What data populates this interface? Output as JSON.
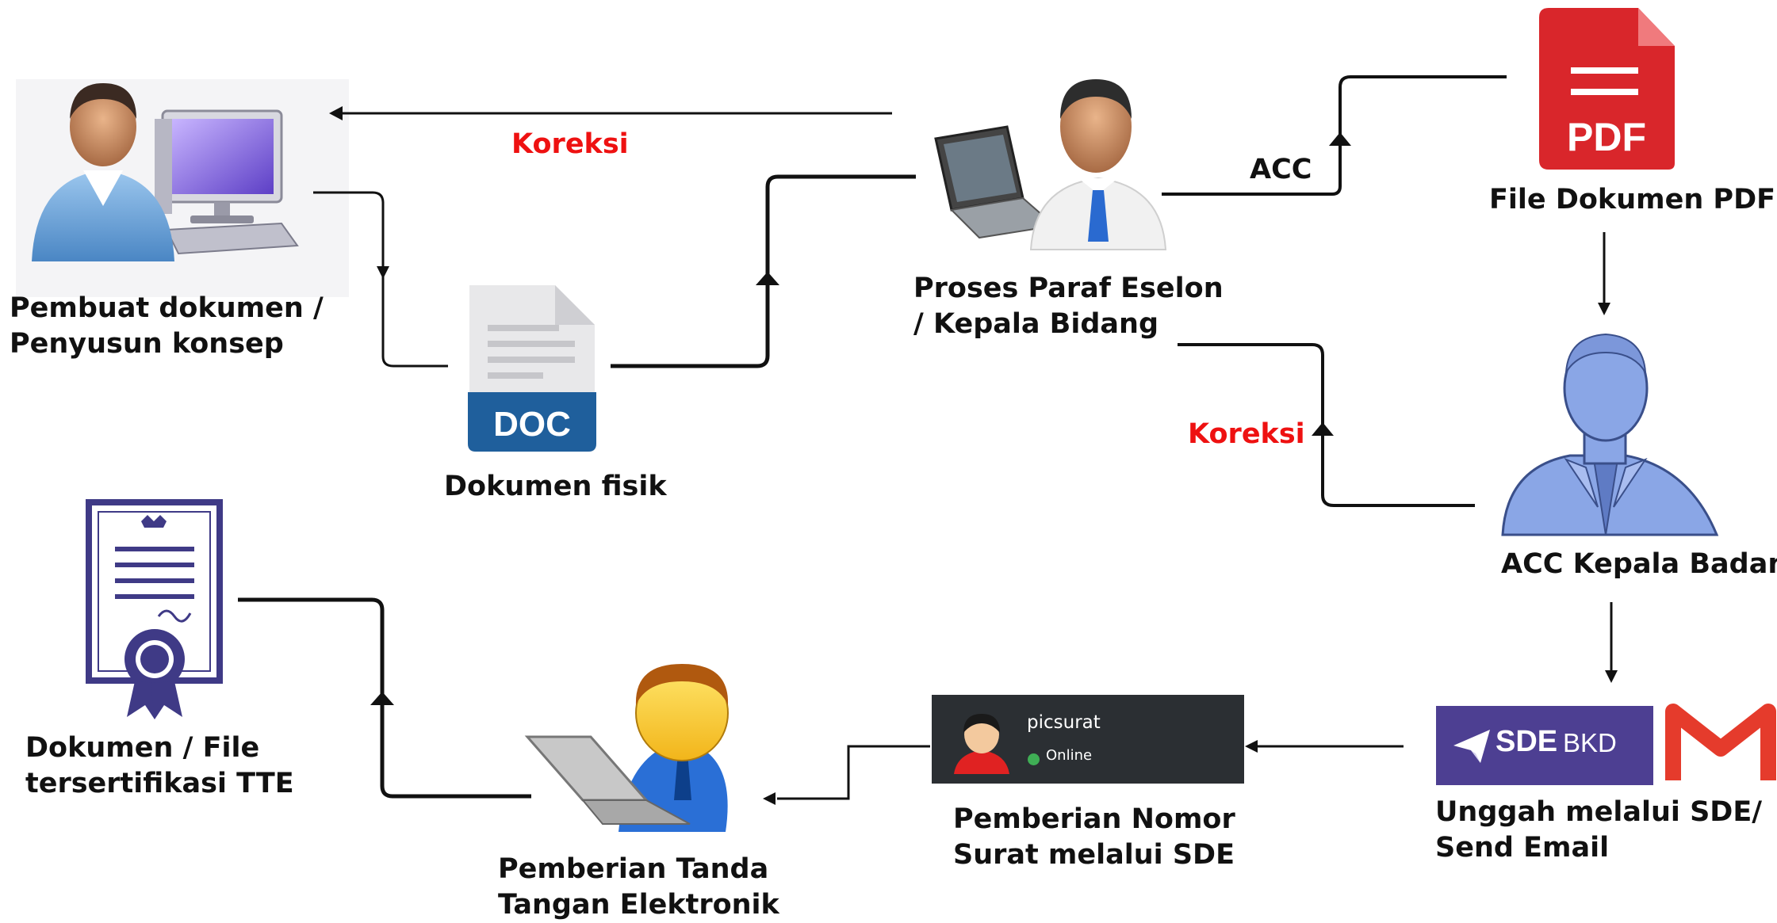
{
  "labels": {
    "pembuat_l1": "Pembuat  dokumen  /",
    "pembuat_l2": "Penyusun konsep",
    "dokumen_fisik": "Dokumen fisik",
    "proses_l1": "Proses   Paraf   Eselon",
    "proses_l2": "/ Kepala Bidang",
    "file_pdf": "File Dokumen PDF",
    "acc_kepala": "ACC Kepala Badan",
    "unggah_l1": "Unggah    melalui    SDE/",
    "unggah_l2": "Send Email",
    "nomor_l1": "Pemberian  Nomor",
    "nomor_l2": "Surat melalui SDE",
    "tte_l1": "Pemberian    Tanda",
    "tte_l2": "Tangan Elektronik",
    "tersertifikasi_l1": "Dokumen    /    File",
    "tersertifikasi_l2": "tersertifikasi TTE"
  },
  "edge_labels": {
    "koreksi_top": "Koreksi",
    "acc": "ACC",
    "koreksi_right": "Koreksi"
  },
  "icons": {
    "doc_text": "DOC",
    "pdf_text": "PDF",
    "sde_app": {
      "name": "picsurat",
      "status": "Online"
    },
    "sde_badge": {
      "main": "SDE",
      "sub": "BKD"
    }
  },
  "colors": {
    "koreksi": "#ee1111",
    "doc_blue": "#1f5f9c",
    "pdf_red": "#d9262b",
    "sde_purple": "#4d3f92",
    "gmail_red": "#e53b2c"
  }
}
